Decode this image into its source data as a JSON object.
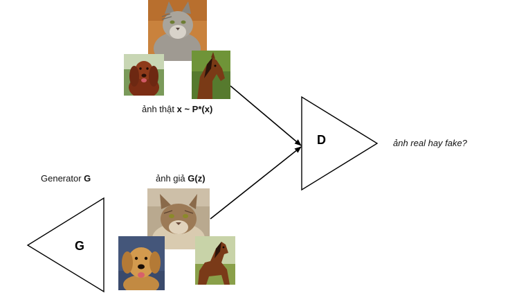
{
  "real_images": {
    "caption_prefix": "ảnh thật",
    "caption_formula": "x ~ P*(x)",
    "images": [
      {
        "subject": "cat"
      },
      {
        "subject": "dog"
      },
      {
        "subject": "horse"
      }
    ]
  },
  "fake_images": {
    "caption_prefix": "ảnh giả",
    "caption_formula": "G(z)",
    "images": [
      {
        "subject": "cat"
      },
      {
        "subject": "dog"
      },
      {
        "subject": "horse"
      }
    ]
  },
  "generator": {
    "caption_prefix": "Generator",
    "caption_symbol": "G",
    "letter": "G"
  },
  "discriminator": {
    "letter": "D",
    "output_label": "ảnh real hay fake?"
  },
  "colors": {
    "stroke": "#000000",
    "background": "#ffffff"
  }
}
